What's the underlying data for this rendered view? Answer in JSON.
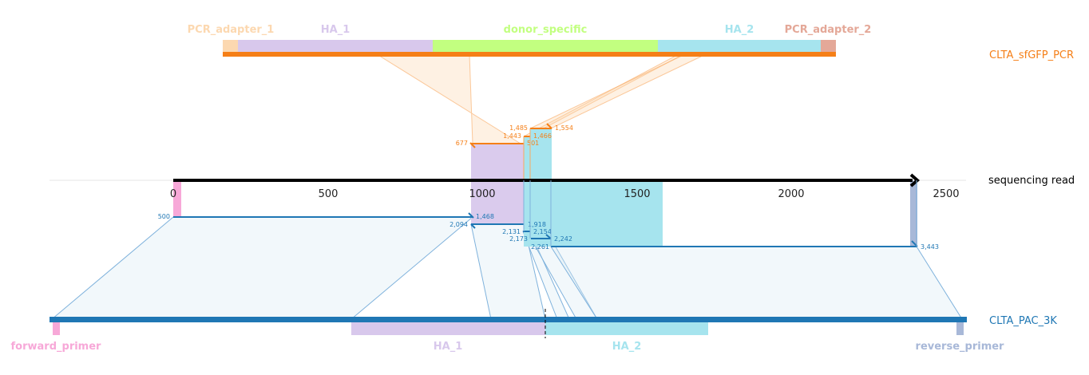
{
  "top_reference": {
    "name": "CLTA_sfGFP_PCR",
    "color": "#f57f17",
    "features": [
      {
        "name": "PCR_adapter_1",
        "color": "#fcd8b0"
      },
      {
        "name": "HA_1",
        "color": "#d8c8ec"
      },
      {
        "name": "donor_specific",
        "color": "#c2ff80"
      },
      {
        "name": "HA_2",
        "color": "#a6e4ee"
      },
      {
        "name": "PCR_adapter_2",
        "color": "#e4a898"
      }
    ]
  },
  "read": {
    "name": "sequencing read",
    "axis_ticks": [
      "0",
      "500",
      "1000",
      "1500",
      "2000",
      "2500"
    ]
  },
  "bottom_reference": {
    "name": "CLTA_PAC_3K",
    "color": "#1f77b4",
    "features": [
      {
        "name": "forward_primer",
        "color": "#f7a8d8"
      },
      {
        "name": "HA_1",
        "color": "#d8c8ec"
      },
      {
        "name": "HA_2",
        "color": "#a6e4ee"
      },
      {
        "name": "reverse_primer",
        "color": "#a8b8d8"
      }
    ]
  },
  "top_alignments": [
    {
      "start": "677",
      "end": "501"
    },
    {
      "start": "1,443",
      "end": "1,466"
    },
    {
      "start": "1,485",
      "end": "1,554"
    }
  ],
  "bottom_alignments": [
    {
      "start": "500",
      "end": "1,468"
    },
    {
      "start": "2,094",
      "end": "1,918"
    },
    {
      "start": "2,131",
      "end": "2,154"
    },
    {
      "start": "2,173",
      "end": "2,242"
    },
    {
      "start": "2,261",
      "end": "3,443"
    }
  ]
}
